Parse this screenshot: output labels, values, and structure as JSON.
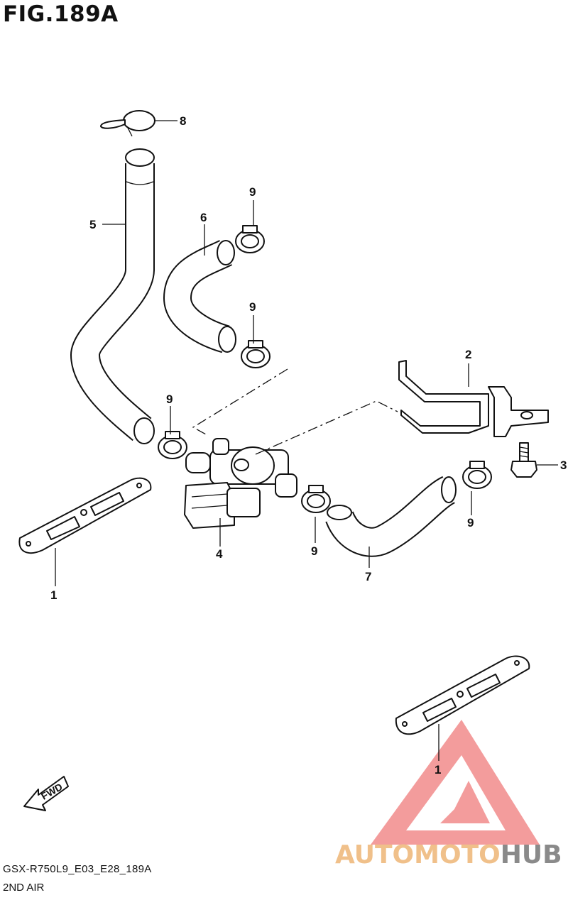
{
  "figure": {
    "title": "FIG.189A"
  },
  "footer": {
    "code": "GSX-R750L9_E03_E28_189A",
    "caption": "2ND AIR"
  },
  "fwd_label": "FWD",
  "watermark": {
    "part1": "AUTOMOTO",
    "part2": "HUB",
    "color1": "#f0c08a",
    "color2": "#8a8a8a",
    "logo_color": "#f07c7c"
  },
  "callouts": {
    "c1a": "1",
    "c1b": "1",
    "c2": "2",
    "c3": "3",
    "c4": "4",
    "c5": "5",
    "c6": "6",
    "c7": "7",
    "c8": "8",
    "c9a": "9",
    "c9b": "9",
    "c9c": "9",
    "c9d": "9",
    "c9e": "9"
  }
}
